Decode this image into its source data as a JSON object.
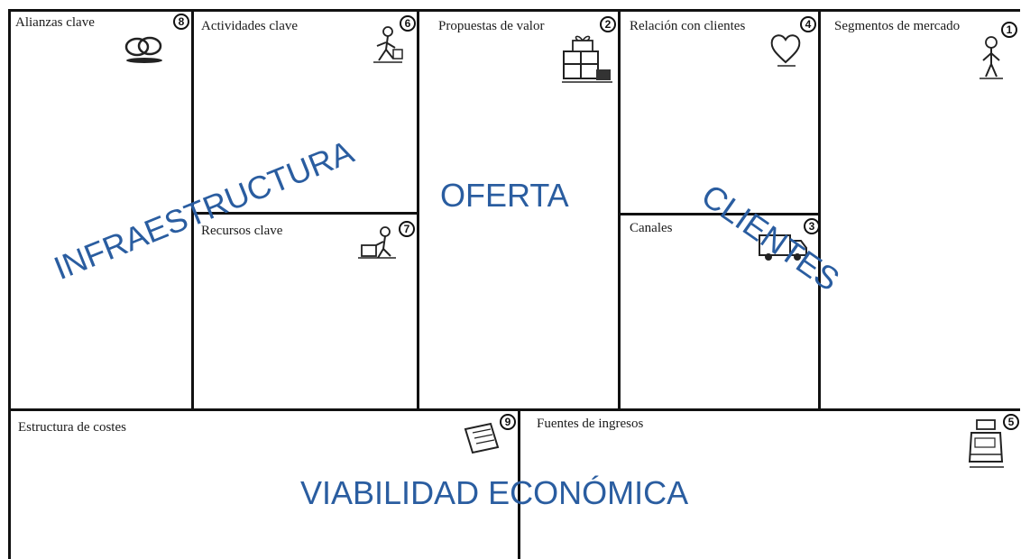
{
  "blocks": {
    "key_partners": {
      "label": "Alianzas clave",
      "number": "8",
      "icon": "rings-icon"
    },
    "key_activities": {
      "label": "Actividades clave",
      "number": "6",
      "icon": "worker-icon"
    },
    "value_propositions": {
      "label": "Propuestas de valor",
      "number": "2",
      "icon": "gift-icon"
    },
    "customer_relationships": {
      "label": "Relación con clientes",
      "number": "4",
      "icon": "heart-icon"
    },
    "customer_segments": {
      "label": "Segmentos de mercado",
      "number": "1",
      "icon": "person-icon"
    },
    "key_resources": {
      "label": "Recursos clave",
      "number": "7",
      "icon": "resources-icon"
    },
    "channels": {
      "label": "Canales",
      "number": "3",
      "icon": "truck-icon"
    },
    "cost_structure": {
      "label": "Estructura de costes",
      "number": "9",
      "icon": "receipt-icon"
    },
    "revenue_streams": {
      "label": "Fuentes de ingresos",
      "number": "5",
      "icon": "cash-register-icon"
    }
  },
  "overlays": {
    "infrastructure": "INFRAESTRUCTURA",
    "offer": "OFERTA",
    "customers": "CLIENTES",
    "viability": "VIABILIDAD ECONÓMICA"
  },
  "colors": {
    "overlay_text": "#2a5da0",
    "lines": "#111111",
    "background": "#ffffff"
  }
}
